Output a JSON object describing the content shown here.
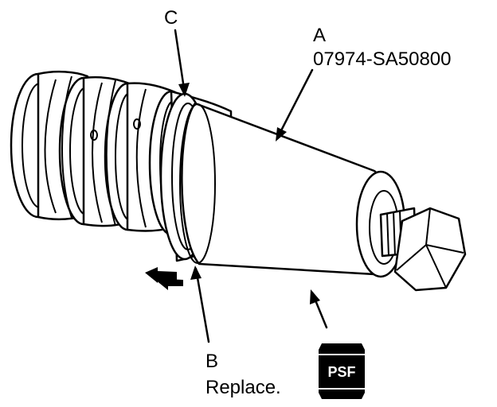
{
  "callouts": {
    "a": {
      "letter": "A",
      "part_number": "07974-SA50800"
    },
    "b": {
      "letter": "B",
      "note": "Replace."
    },
    "c": {
      "letter": "C"
    }
  },
  "badge": {
    "text": "PSF"
  },
  "icons": [
    "direction-arrow-icon",
    "psf-grease-icon"
  ]
}
